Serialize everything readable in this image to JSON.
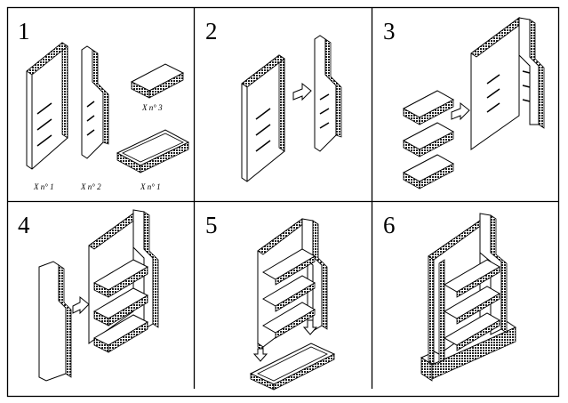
{
  "steps": [
    {
      "number": "1"
    },
    {
      "number": "2"
    },
    {
      "number": "3"
    },
    {
      "number": "4"
    },
    {
      "number": "5"
    },
    {
      "number": "6"
    }
  ],
  "step1_captions": {
    "side_panel_left": "X n° 1",
    "side_panel_right": "X n° 2",
    "shelf": "X n° 3",
    "base_tray": "X n° 1"
  },
  "colors": {
    "line": "#000000",
    "background": "#ffffff",
    "pattern_fill": "#222222"
  }
}
